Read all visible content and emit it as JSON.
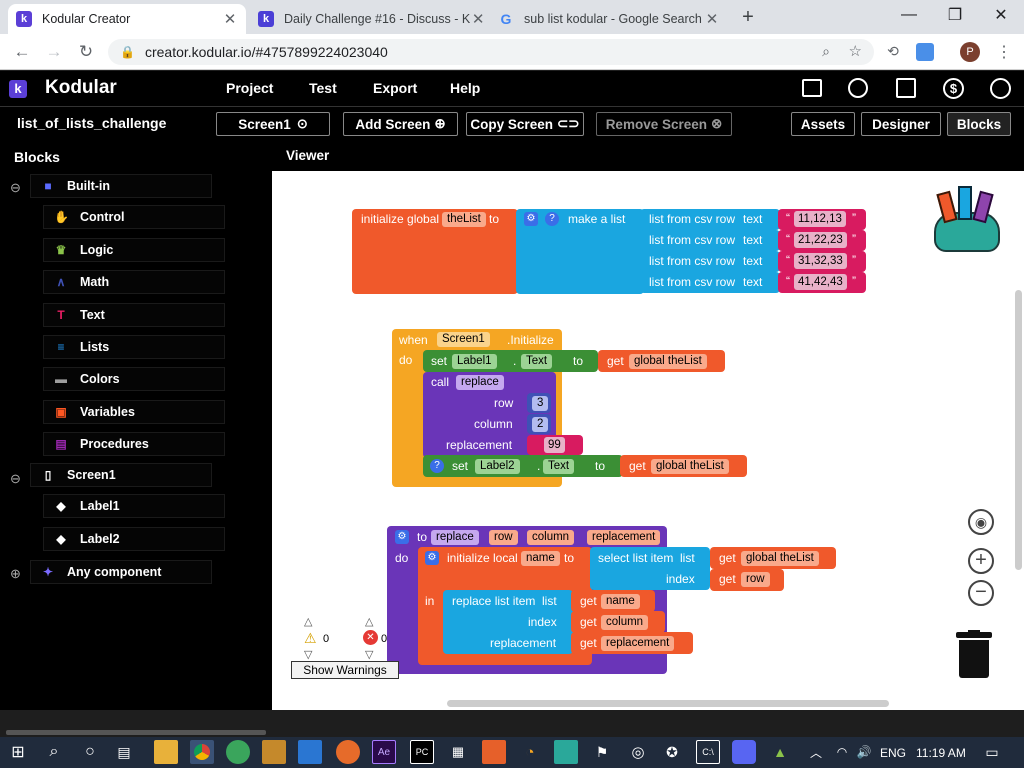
{
  "browser": {
    "tabs": [
      {
        "title": "Kodular Creator",
        "active": true
      },
      {
        "title": "Daily Challenge #16 - Discuss - K",
        "active": false
      },
      {
        "title": "sub list kodular - Google Search",
        "active": false
      }
    ],
    "url": "creator.kodular.io/#4757899224023040",
    "profile_initial": "P"
  },
  "app": {
    "brand": "Kodular",
    "menu": [
      "Project",
      "Test",
      "Export",
      "Help"
    ],
    "project_name": "list_of_lists_challenge",
    "screen_select": "Screen1",
    "add_screen": "Add Screen",
    "copy_screen": "Copy Screen",
    "remove_screen": "Remove Screen",
    "assets": "Assets",
    "designer": "Designer",
    "blocks_btn": "Blocks"
  },
  "blocks_panel": {
    "title": "Blocks",
    "builtin": "Built-in",
    "builtin_items": [
      {
        "label": "Control",
        "color": "#f5a623"
      },
      {
        "label": "Logic",
        "color": "#8bc34a"
      },
      {
        "label": "Math",
        "color": "#3f51b5"
      },
      {
        "label": "Text",
        "color": "#e91e63"
      },
      {
        "label": "Lists",
        "color": "#2196f3"
      },
      {
        "label": "Colors",
        "color": "#9e9e9e"
      },
      {
        "label": "Variables",
        "color": "#ff5722"
      },
      {
        "label": "Procedures",
        "color": "#9c27b0"
      }
    ],
    "screen": "Screen1",
    "components": [
      "Label1",
      "Label2"
    ],
    "any": "Any component"
  },
  "viewer": {
    "title": "Viewer",
    "b1": {
      "init": "initialize global",
      "var": "theList",
      "to": "to",
      "make": "make a list",
      "csv": "list from csv row",
      "text": "text",
      "rows": [
        "11,12,13",
        "21,22,23",
        "31,32,33",
        "41,42,43"
      ]
    },
    "b2": {
      "when": "when",
      "screen": "Screen1",
      "event": ".Initialize",
      "do": "do",
      "set": "set",
      "label1": "Label1",
      "dot": ".",
      "prop": "Text",
      "to": "to",
      "get": "get",
      "gvar": "global theList",
      "call": "call",
      "proc": "replace",
      "row": "row",
      "rowv": "3",
      "column": "column",
      "colv": "2",
      "replacement": "replacement",
      "repv": "99",
      "label2": "Label2"
    },
    "b3": {
      "to": "to",
      "proc": "replace",
      "p1": "row",
      "p2": "column",
      "p3": "replacement",
      "do": "do",
      "initlocal": "initialize local",
      "lname": "name",
      "lto": "to",
      "select": "select list item",
      "list": "list",
      "gvar": "global theList",
      "index": "index",
      "get": "get",
      "in": "in",
      "rli": "replace list item",
      "rlist": "list"
    },
    "warn_count": "0",
    "err_count": "0",
    "show_warnings": "Show Warnings"
  },
  "taskbar": {
    "lang": "ENG",
    "time": "11:19 AM"
  }
}
